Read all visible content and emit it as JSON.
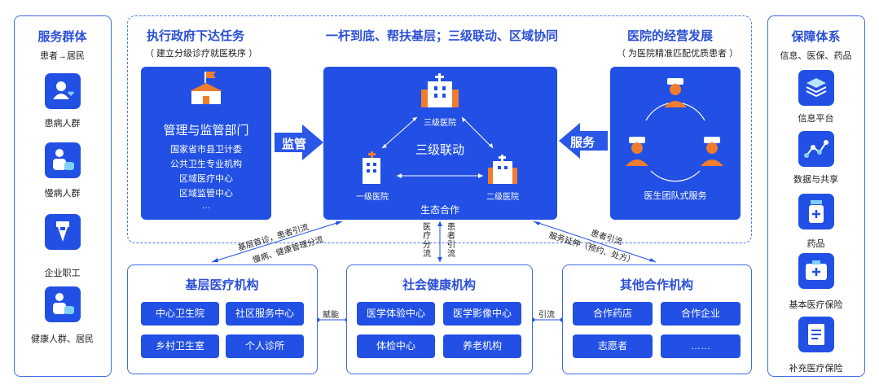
{
  "left": {
    "title": "服务群体",
    "subtitle": "患者→居民",
    "items": [
      {
        "label": "患病人群",
        "icon": "sick-person-icon"
      },
      {
        "label": "慢病人群",
        "icon": "chronic-patient-icon"
      },
      {
        "label": "企业职工",
        "icon": "employee-tie-icon"
      },
      {
        "label": "健康人群、居民",
        "icon": "healthy-resident-icon"
      }
    ]
  },
  "right": {
    "title": "保障体系",
    "subtitle": "信息、医保、药品",
    "items": [
      {
        "label": "信息平台",
        "icon": "layers-icon"
      },
      {
        "label": "数据与共享",
        "icon": "data-chart-icon"
      },
      {
        "label": "药品",
        "icon": "medicine-bottle-icon"
      },
      {
        "label": "基本医疗保险",
        "icon": "medical-kit-icon"
      },
      {
        "label": "补充医疗保险",
        "icon": "document-icon"
      }
    ]
  },
  "top": {
    "left_title": "执行政府下达任务",
    "left_sub": "（ 建立分级诊疗就医秩序 ）",
    "center_title": "一杆到底、帮扶基层；三级联动、区域协同",
    "right_title": "医院的经营发展",
    "right_sub": "（ 为医院精准匹配优质患者 ）"
  },
  "gov": {
    "title": "管理与监管部门",
    "lines": [
      "国家省市县卫计委",
      "公共卫生专业机构",
      "区域医疗中心",
      "区域监管中心",
      "…"
    ]
  },
  "arrows": {
    "supervise": "监管",
    "service": "服务"
  },
  "center": {
    "tertiary": "三级医院",
    "label": "三级联动",
    "primary": "一级医院",
    "secondary": "二级医院",
    "eco": "生态合作"
  },
  "team": {
    "label": "医生团队式服务"
  },
  "flows": {
    "left1": "基层首诊，患者引流",
    "left2": "慢病、健康管理分流",
    "mid1": "医疗分流",
    "mid2": "患者引流",
    "right1": "患者引流",
    "right2": "服务延伸（预约、处方）"
  },
  "bottom": {
    "grassroots": {
      "title": "基层医疗机构",
      "items": [
        "中心卫生院",
        "社区服务中心",
        "乡村卫生室",
        "个人诊所"
      ]
    },
    "link1": "赋能",
    "social": {
      "title": "社会健康机构",
      "items": [
        "医学体验中心",
        "医学影像中心",
        "体检中心",
        "养老机构"
      ]
    },
    "link2": "引流",
    "other": {
      "title": "其他合作机构",
      "items": [
        "合作药店",
        "合作企业",
        "志愿者",
        "……"
      ]
    }
  },
  "colors": {
    "primary": "#2250e4",
    "accent": "#f07c2e",
    "dash": "#4a78ea"
  }
}
